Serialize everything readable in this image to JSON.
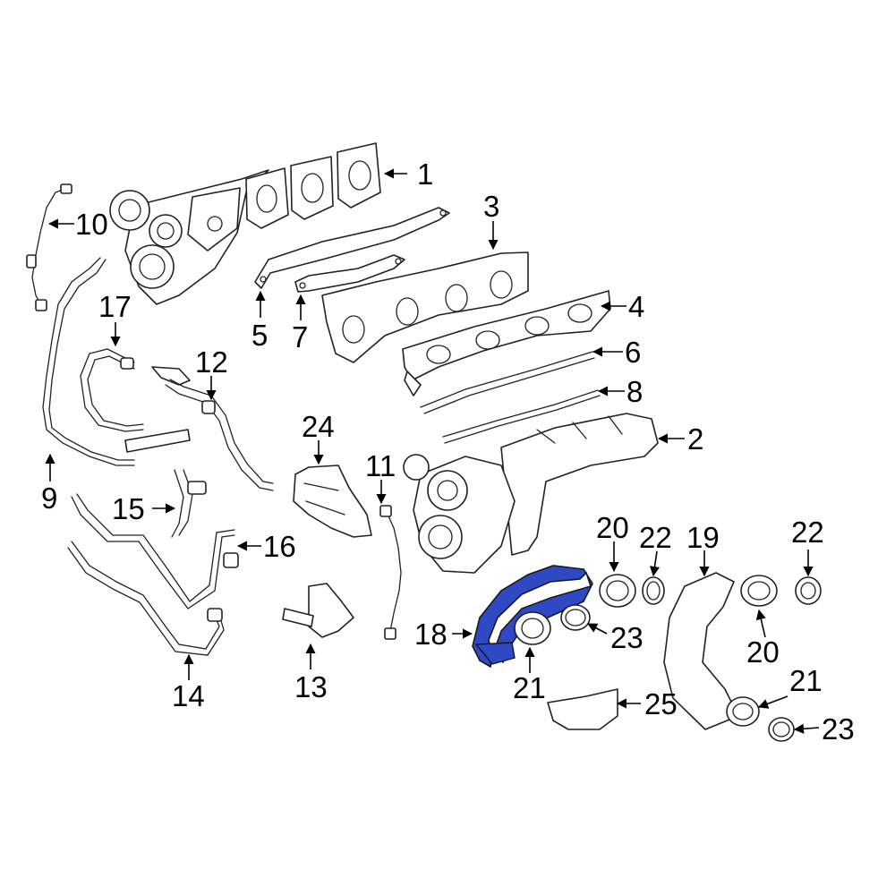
{
  "diagram": {
    "highlight_color": "#2f49c4",
    "highlighted_part": "18",
    "callouts": [
      "1",
      "2",
      "3",
      "4",
      "5",
      "6",
      "7",
      "8",
      "9",
      "10",
      "11",
      "12",
      "13",
      "14",
      "15",
      "16",
      "17",
      "18",
      "19",
      "20",
      "20",
      "21",
      "21",
      "22",
      "22",
      "23",
      "23",
      "24",
      "25"
    ]
  }
}
